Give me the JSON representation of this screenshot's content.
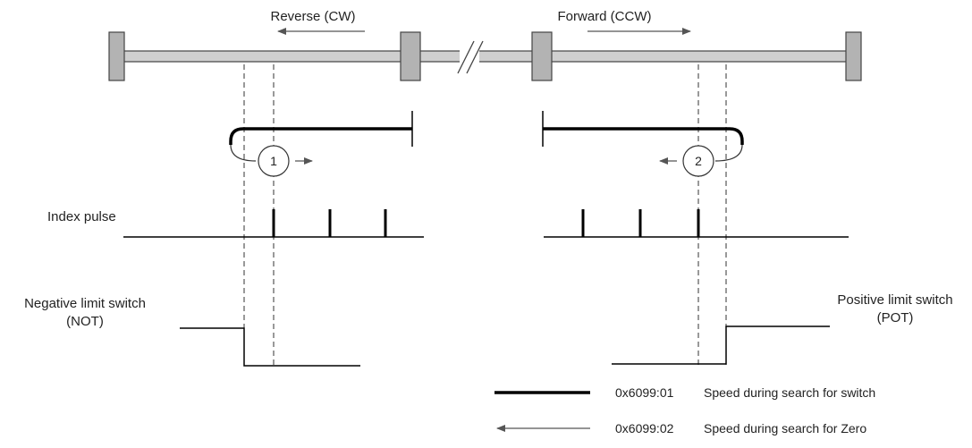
{
  "direction": {
    "reverse_label": "Reverse (CW)",
    "forward_label": "Forward (CCW)"
  },
  "steps": {
    "step1": "1",
    "step2": "2"
  },
  "signals": {
    "index_pulse": "Index pulse",
    "negative_limit_line1": "Negative limit switch",
    "negative_limit_line2": "(NOT)",
    "positive_limit_line1": "Positive limit switch",
    "positive_limit_line2": "(POT)"
  },
  "legend": {
    "item1_code": "0x6099:01",
    "item1_desc": "Speed during search for switch",
    "item2_code": "0x6099:02",
    "item2_desc": "Speed during search for Zero"
  },
  "colors": {
    "line": "#000000",
    "rail_fill": "#cfcfcf",
    "block_fill": "#b3b3b3",
    "arrow": "#555555"
  }
}
